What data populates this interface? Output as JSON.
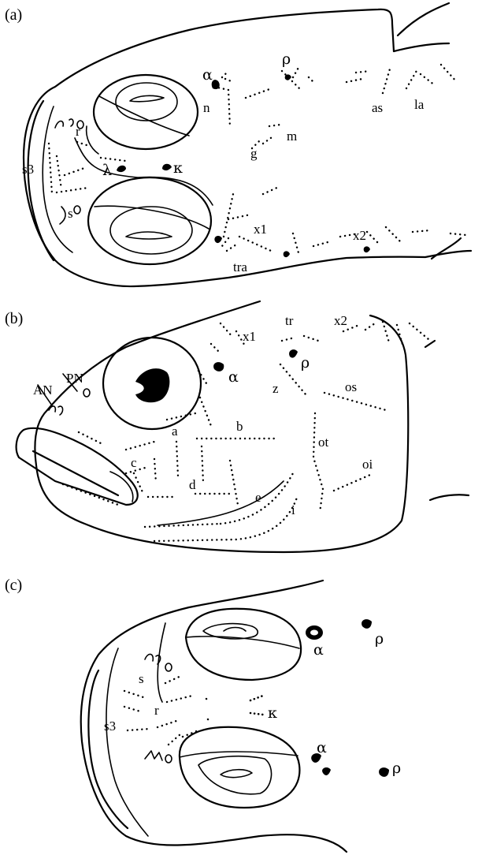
{
  "panels": [
    {
      "label": "(a)",
      "lines": [
        "r",
        "s3",
        "s",
        "n",
        "m",
        "g",
        "as",
        "la",
        "x1",
        "x2",
        "tra"
      ],
      "pores": [
        "α",
        "ρ",
        "λ",
        "κ"
      ]
    },
    {
      "label": "(b)",
      "lines": [
        "PN",
        "AN",
        "x1",
        "tr",
        "x2",
        "z",
        "os",
        "a",
        "b",
        "c",
        "d",
        "e",
        "i",
        "ot",
        "oi"
      ],
      "pores": [
        "α",
        "ρ"
      ]
    },
    {
      "label": "(c)",
      "lines": [
        "s",
        "r",
        "s3"
      ],
      "pores": [
        "α",
        "ρ",
        "κ",
        "α",
        "ρ"
      ]
    }
  ]
}
